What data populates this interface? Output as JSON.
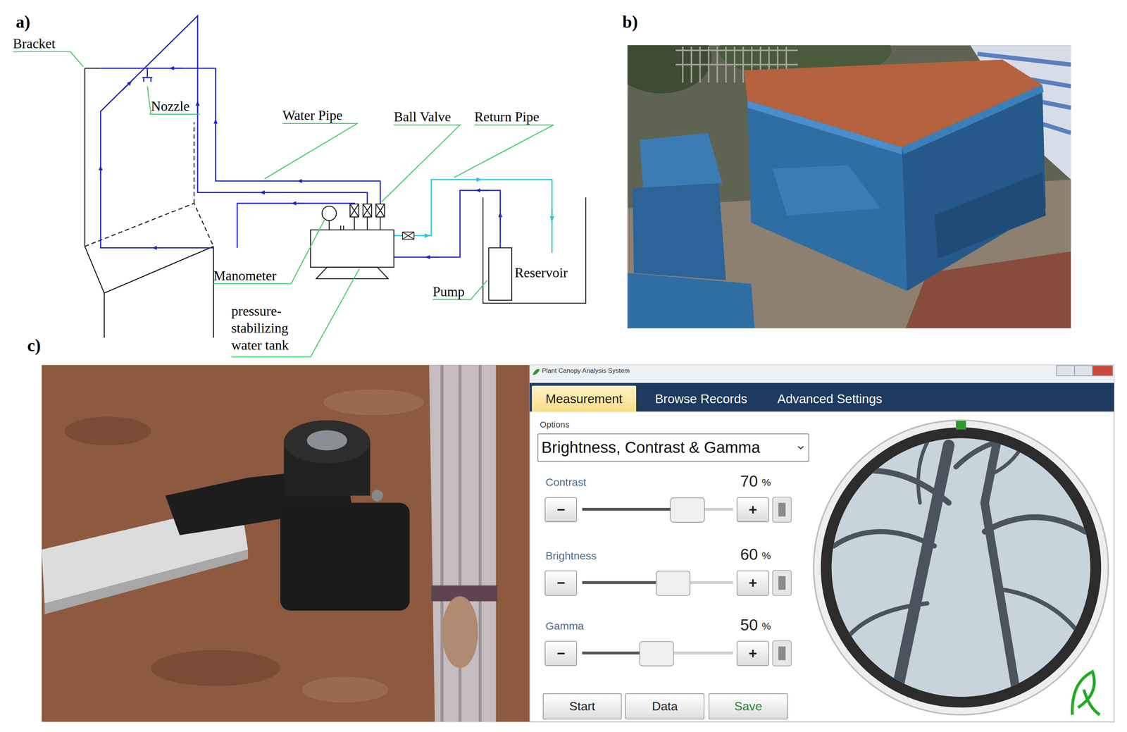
{
  "diagram": {
    "nodes": [
      {
        "text": [
          "Plant Canopy Analysis System"
        ]
      },
      {
        "text": [
          "Measurement"
        ],
        "in": 0
      },
      {
        "text": [
          "Browse Records"
        ],
        "in": 0
      },
      {
        "text": [
          "Advanced Settings"
        ],
        "in": 0
      },
      {
        "text": [
          "Brightness, Contrast & Gamma"
        ],
        "in": 0
      },
      {
        "text": [
          "−"
        ],
        "in": 0
      },
      {
        "text": [
          "+"
        ],
        "in": 0
      },
      {
        "text": [
          "−"
        ],
        "in": 0
      },
      {
        "text": [
          "+"
        ],
        "in": 0
      },
      {
        "text": [
          "−"
        ],
        "in": 0
      },
      {
        "text": [
          "+"
        ],
        "in": 0
      },
      {
        "text": [
          "Start"
        ],
        "in": 0
      },
      {
        "text": [
          "Data"
        ],
        "in": 0
      },
      {
        "text": [
          "Save"
        ],
        "in": 0
      }
    ],
    "labels": [
      "a)",
      "Bracket",
      "Nozzle",
      "Water Pipe",
      "Ball Valve",
      "Return Pipe",
      "Manometer",
      "pressure-stabilizing water tank",
      "Pump",
      "Reservoir",
      "b)",
      "c)",
      "Options",
      "Contrast",
      "70",
      "%",
      "Brightness",
      "60",
      "%",
      "Gamma",
      "50",
      "%"
    ]
  }
}
